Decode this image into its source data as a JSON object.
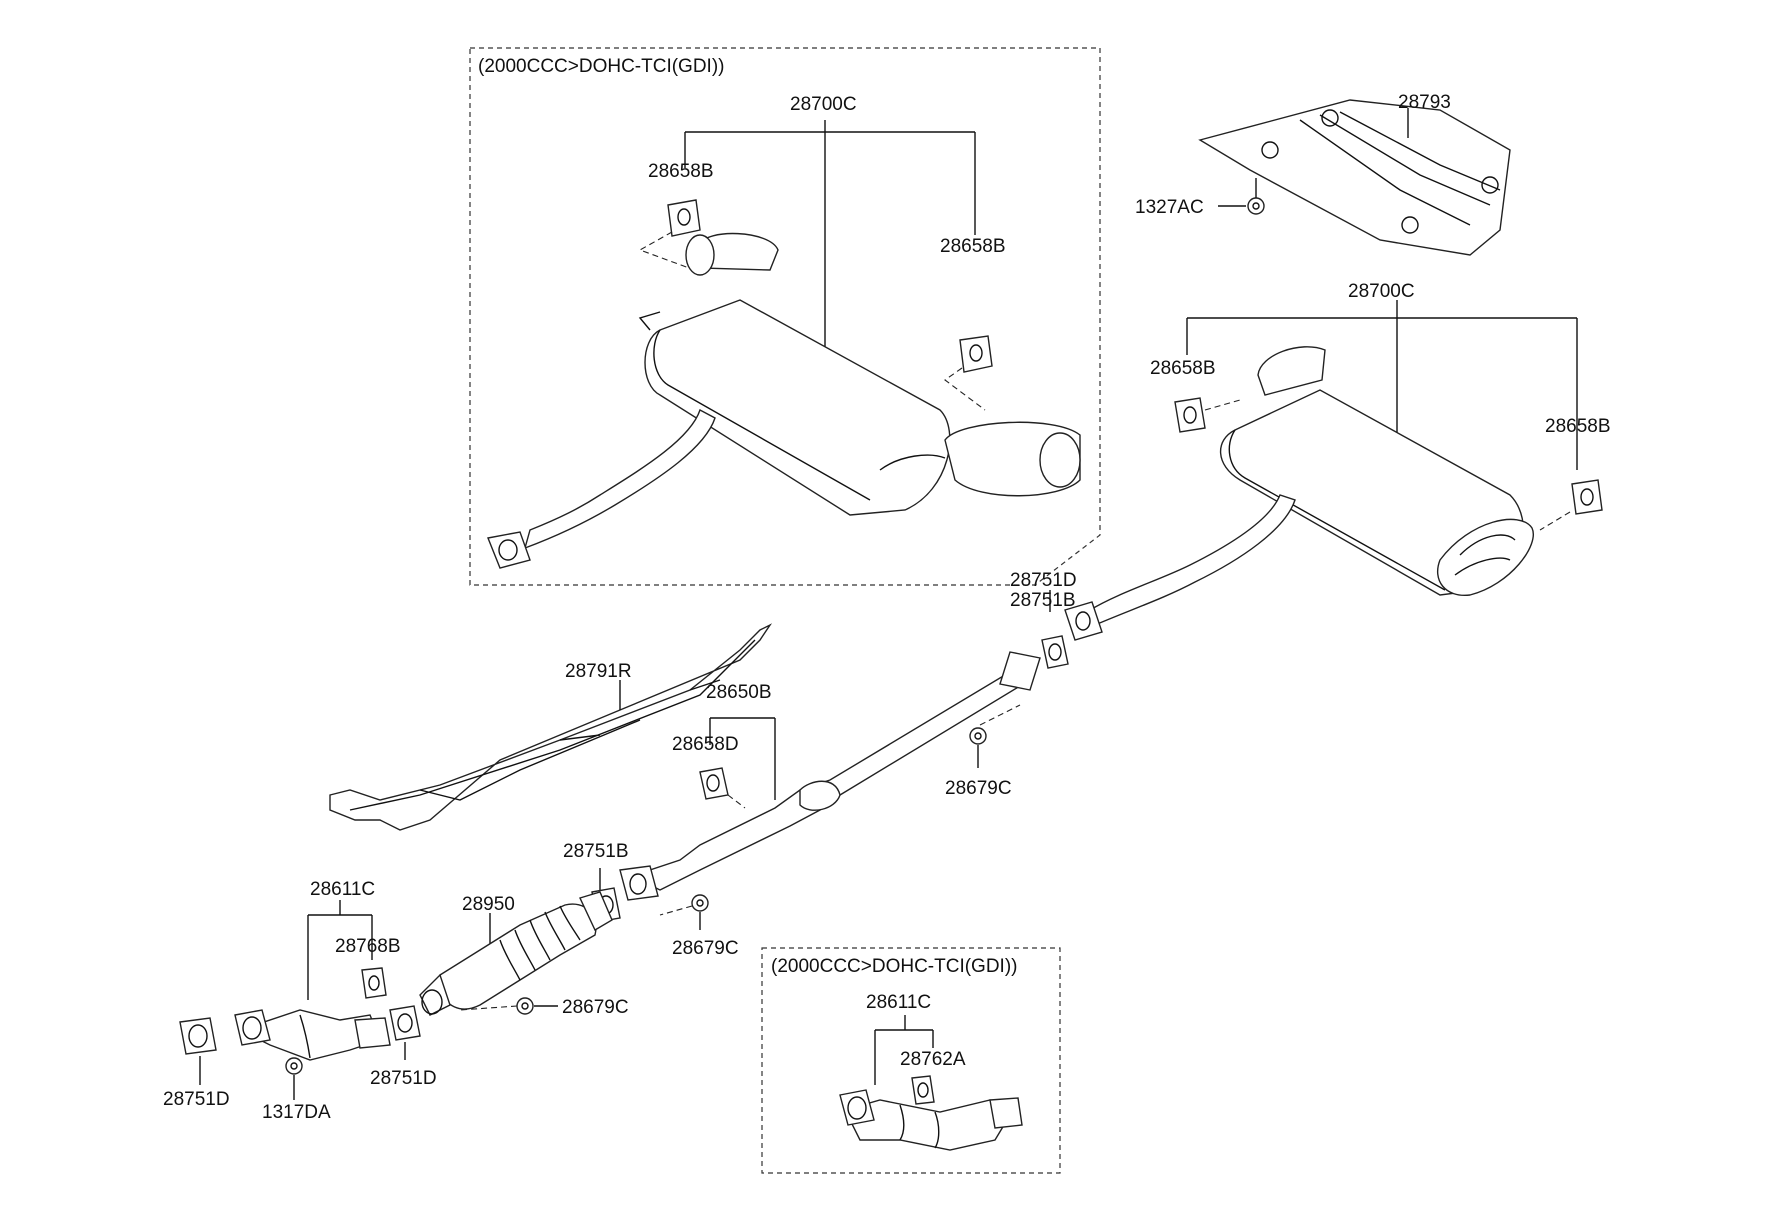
{
  "option_boxes": {
    "top": {
      "caption": "(2000CCC>DOHC-TCI(GDI))"
    },
    "bottom": {
      "caption": "(2000CCC>DOHC-TCI(GDI))"
    }
  },
  "labels": {
    "box_muffler_assy": "28700C",
    "box_hanger_left": "28658B",
    "box_hanger_right": "28658B",
    "heat_protector": "28793",
    "protector_nut": "1327AC",
    "muffler_assy": "28700C",
    "hanger_left": "28658B",
    "hanger_right": "28658B",
    "gasket_d_upper": "28751D",
    "gasket_b_upper": "28751B",
    "floor_heat_protector": "28791R",
    "center_pipe": "28650B",
    "center_hanger": "28658D",
    "center_nut_upper": "28679C",
    "gasket_b_mid": "28751B",
    "center_nut_lower": "28679C",
    "catalytic_converter": "28950",
    "converter_nut": "28679C",
    "front_pipe": "28611C",
    "front_bracket": "28768B",
    "gasket_d_left": "28751D",
    "gasket_d_mid": "28751D",
    "front_nut": "1317DA",
    "box_front_pipe": "28611C",
    "box_front_bracket": "28762A"
  }
}
